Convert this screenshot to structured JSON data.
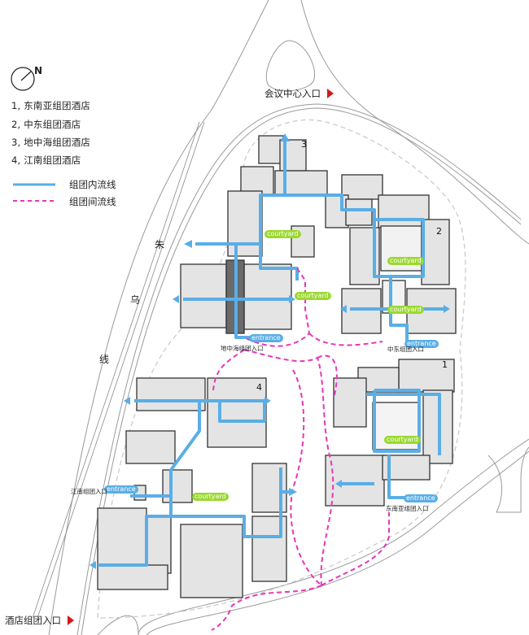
{
  "legend": {
    "north_label": "N",
    "hotels": [
      {
        "number": "1",
        "label": "1, 东南亚组团酒店"
      },
      {
        "number": "2",
        "label": "2, 中东组团酒店"
      },
      {
        "number": "3",
        "label": "3, 地中海组团酒店"
      },
      {
        "number": "4",
        "label": "4, 江南组团酒店"
      }
    ],
    "lines": [
      {
        "type": "solid",
        "color": "#5aaee6",
        "label": "组团内流线"
      },
      {
        "type": "dashed",
        "color": "#e637b8",
        "label": "组团间流线"
      }
    ]
  },
  "road": {
    "name_chars": [
      "朱",
      "乌",
      "线"
    ]
  },
  "main_entrances": [
    {
      "label": "会议中心入口",
      "marker_color": "#d11a1a"
    },
    {
      "label": "酒店组团入口",
      "marker_color": "#d11a1a"
    }
  ],
  "cluster_entrances": [
    {
      "label": "地中海组团入口",
      "badge": "entrance"
    },
    {
      "label": "中东组团入口",
      "badge": "entrance"
    },
    {
      "label": "江南组团入口",
      "badge": "entrance"
    },
    {
      "label": "东南亚组团入口",
      "badge": "entrance"
    }
  ],
  "courtyards": [
    {
      "label": "courtyard"
    },
    {
      "label": "courtyard"
    },
    {
      "label": "courtyard"
    },
    {
      "label": "courtyard"
    },
    {
      "label": "courtyard"
    },
    {
      "label": "courtyard"
    }
  ],
  "building_numbers": [
    "1",
    "2",
    "3",
    "4"
  ],
  "colors": {
    "inner_flow": "#5aaee6",
    "outer_flow": "#e637b8",
    "courtyard_badge": "#9bd830",
    "building_fill": "#e4e4e4",
    "building_outline": "#333333",
    "entrance_marker": "#d11a1a"
  }
}
